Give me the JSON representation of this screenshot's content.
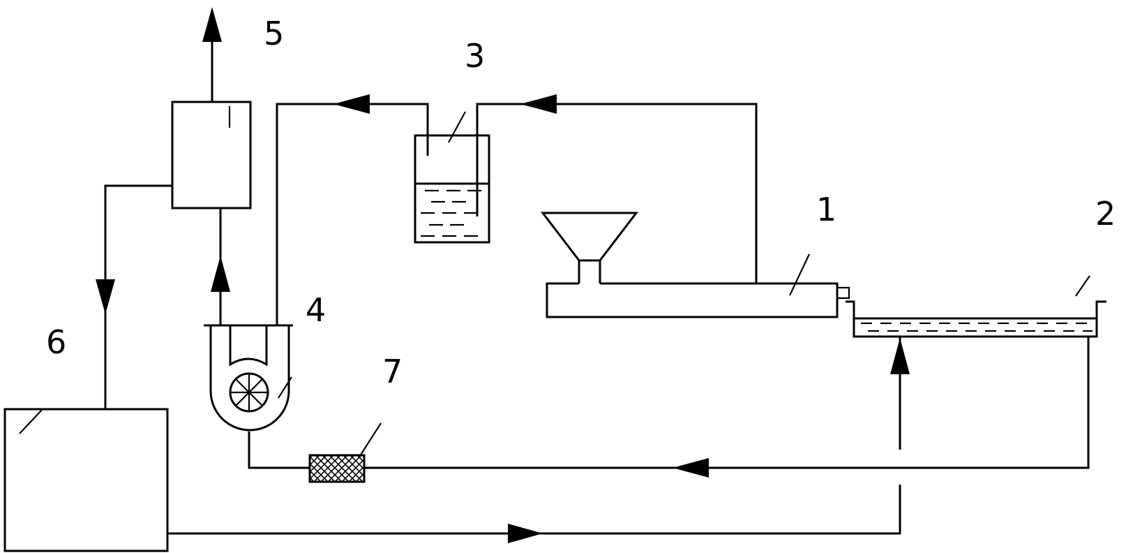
{
  "labels": {
    "l1": "1",
    "l2": "2",
    "l3": "3",
    "l4": "4",
    "l5": "5",
    "l6": "6",
    "l7": "7"
  },
  "colors": {
    "stroke": "#000000",
    "background": "#ffffff"
  }
}
